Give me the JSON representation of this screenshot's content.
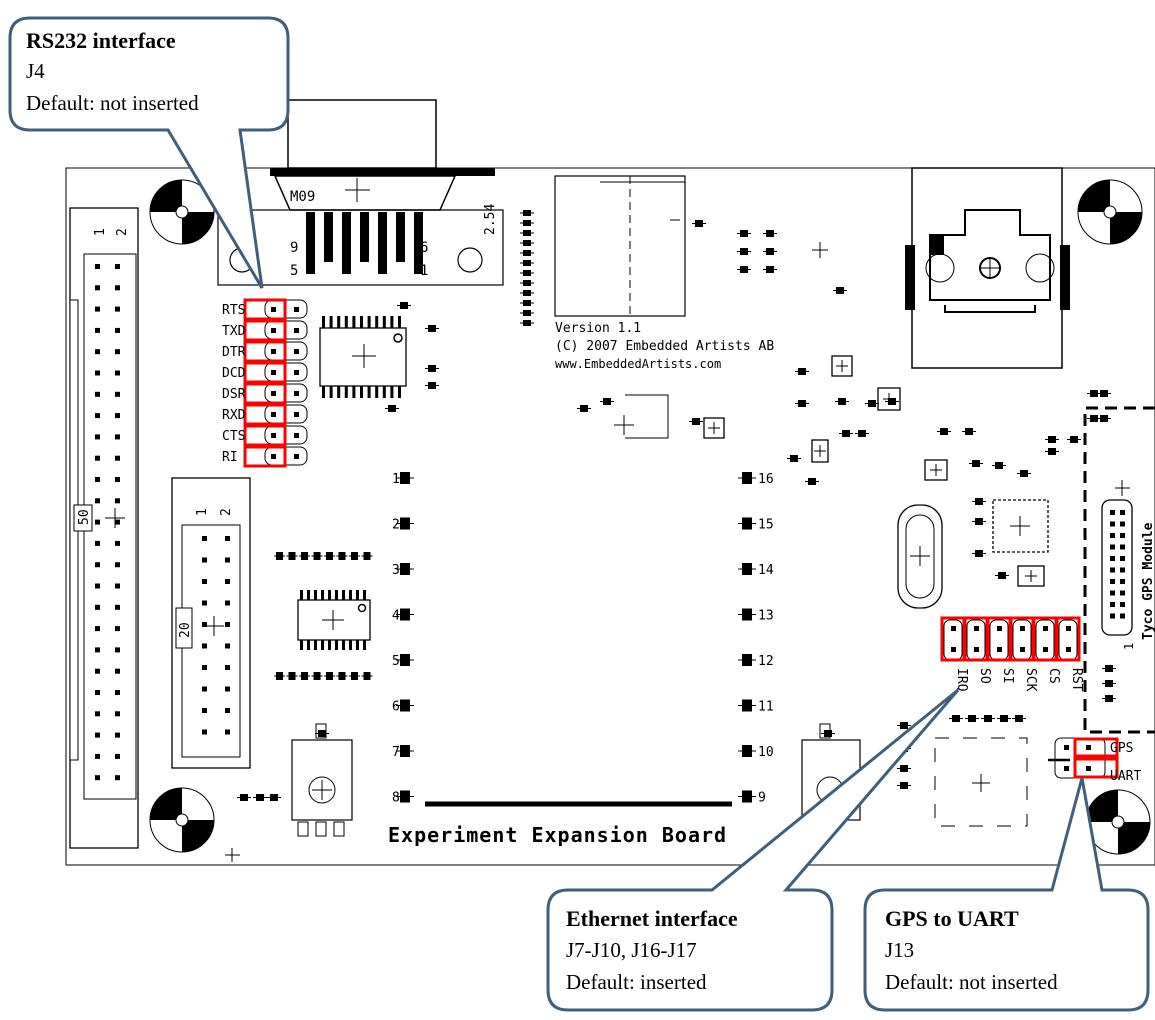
{
  "callouts": {
    "rs232": {
      "title": "RS232 interface",
      "line1": "J4",
      "line2": "Default: not inserted"
    },
    "ethernet": {
      "title": "Ethernet interface",
      "line1": "J7-J10, J16-J17",
      "line2": "Default: inserted"
    },
    "gps_uart": {
      "title": "GPS to UART",
      "line1": "J13",
      "line2": "Default: not inserted"
    }
  },
  "board": {
    "title": "Experiment Expansion Board",
    "version": "Version 1.1",
    "copyright": "(C) 2007 Embedded Artists AB",
    "url": "www.EmbeddedArtists.com",
    "gps_module": "Tyco GPS Module",
    "connector_label": "M09",
    "pitch_label": "2.54",
    "header50_label": "50",
    "header20_label": "20",
    "header50_pin1": "1",
    "header50_pin2": "2",
    "header20_pin1": "1",
    "header20_pin2": "2",
    "gps_pin1": "1",
    "db9_pins": {
      "p9": "9",
      "p5": "5",
      "p6": "6",
      "p1": "1"
    },
    "rs232_signals": [
      "RTS",
      "TXD",
      "DTR",
      "DCD",
      "DSR",
      "RXD",
      "CTS",
      "RI"
    ],
    "eth_signals": [
      "IRQ",
      "SO",
      "SI",
      "SCK",
      "CS",
      "RST"
    ],
    "uart_labels": {
      "gps": "GPS",
      "uart": "UART"
    },
    "left_pins": [
      "1",
      "2",
      "3",
      "4",
      "5",
      "6",
      "7",
      "8"
    ],
    "right_pins": [
      "16",
      "15",
      "14",
      "13",
      "12",
      "11",
      "10",
      "9"
    ]
  },
  "colors": {
    "jumper": "#ff0000",
    "callout_border": "#3f5f7a",
    "ink": "#000000"
  }
}
